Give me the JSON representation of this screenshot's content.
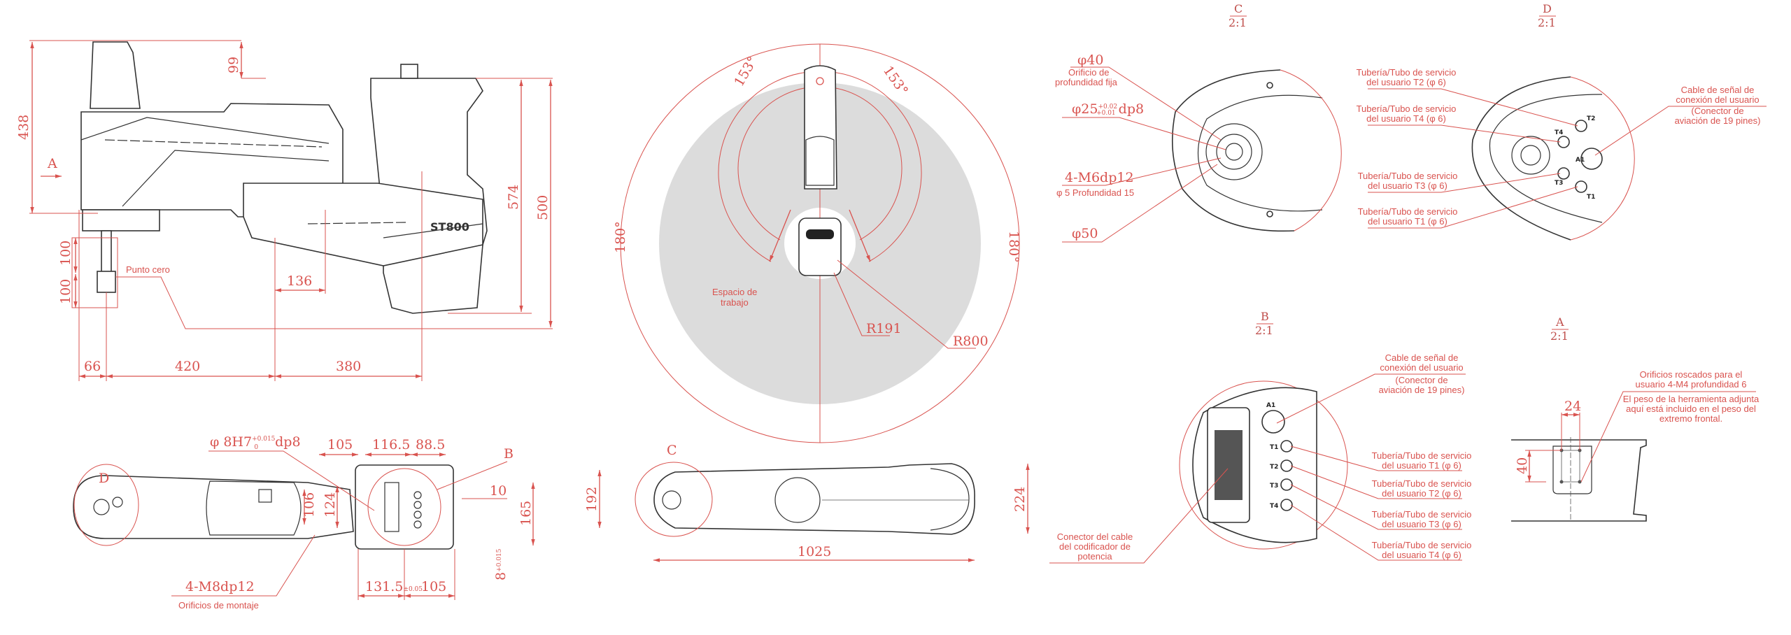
{
  "colors": {
    "accent": "#d9534f",
    "outline": "#333333",
    "workspace_fill": "#dcdcdc"
  },
  "side_view": {
    "dims": {
      "d438": "438",
      "d99": "99",
      "d100_upper": "100",
      "d100_lower": "100",
      "d136": "136",
      "d66": "66",
      "d420": "420",
      "d380": "380",
      "d574": "574",
      "d500": "500"
    },
    "view_marker": "A",
    "zero_point": "Punto cero",
    "model_badge": "ST800"
  },
  "top_view": {
    "detail_d": "D",
    "detail_b": "B",
    "pin_hole": {
      "main": "φ 8H7",
      "tol_upper": "+0.015",
      "tol_lower": "0",
      "suffix": "dp8"
    },
    "dims": {
      "d105_top": "105",
      "d116_5": "116.5",
      "d88_5": "88.5",
      "d106": "106",
      "d124": "124",
      "d10": "10",
      "d165": "165",
      "d131_5": "131.5",
      "d131_5_tol": "±0.05",
      "d105_bottom": "105",
      "d8": "8",
      "d8_tol_upper": "+0.015",
      "d8_tol_lower": "0"
    },
    "mount_thread": "4-M8dp12",
    "mount_label": "Orificios de montaje"
  },
  "workspace": {
    "angle_left": "153°",
    "angle_right": "153°",
    "rotation_left": "180°",
    "rotation_right": "180°",
    "label_line1": "Espacio de",
    "label_line2": "trabajo",
    "inner_radius": "R191",
    "outer_radius": "R800"
  },
  "bottom_view": {
    "detail_c": "C",
    "d192": "192",
    "d224": "224",
    "d1025": "1025"
  },
  "detail_c": {
    "title": "C",
    "scale": "2:1",
    "hole40": {
      "dia": "φ40",
      "line1": "Orificio de",
      "line2": "profundidad fija"
    },
    "hole25": {
      "main": "φ25",
      "tol_upper": "+0.02",
      "tol_lower": "+0.01",
      "suffix": "dp8"
    },
    "thread": {
      "line1": "4-M6dp12",
      "line2": "φ 5 Profundidad 15"
    },
    "dia50": "φ50"
  },
  "detail_d": {
    "title": "D",
    "scale": "2:1",
    "t2": [
      "Tubería/Tubo de servicio",
      "del usuario T2 (φ 6)"
    ],
    "t4": [
      "Tubería/Tubo de servicio",
      "del usuario T4 (φ 6)"
    ],
    "t3": [
      "Tubería/Tubo de servicio",
      "del usuario T3 (φ 6)"
    ],
    "t1": [
      "Tubería/Tubo de servicio",
      "del usuario T1 (φ 6)"
    ],
    "cable": [
      "Cable de señal de",
      "conexión del usuario",
      "(Conector de",
      "aviación de 19 pines)"
    ],
    "ports": {
      "t1": "T1",
      "t2": "T2",
      "t3": "T3",
      "t4": "T4",
      "a1": "A1"
    }
  },
  "detail_b": {
    "title": "B",
    "scale": "2:1",
    "cable": [
      "Cable de señal de",
      "conexión del usuario",
      "(Conector de",
      "aviación de 19 pines)"
    ],
    "t1": [
      "Tubería/Tubo de servicio",
      "del usuario T1 (φ 6)"
    ],
    "t2": [
      "Tubería/Tubo de servicio",
      "del usuario T2 (φ 6)"
    ],
    "t3": [
      "Tubería/Tubo de servicio",
      "del usuario T3 (φ 6)"
    ],
    "t4": [
      "Tubería/Tubo de servicio",
      "del usuario T4 (φ 6)"
    ],
    "encoder": [
      "Conector del cable",
      "del codificador de",
      "potencia"
    ],
    "ports": {
      "a1": "A1",
      "t1": "T1",
      "t2": "T2",
      "t3": "T3",
      "t4": "T4"
    }
  },
  "detail_a": {
    "title": "A",
    "scale": "2:1",
    "d24": "24",
    "d40": "40",
    "note": [
      "Orificios roscados para el",
      "usuario 4-M4 profundidad 6",
      "El peso de la herramienta adjunta",
      "aquí está incluido en el peso del",
      "extremo frontal."
    ]
  }
}
